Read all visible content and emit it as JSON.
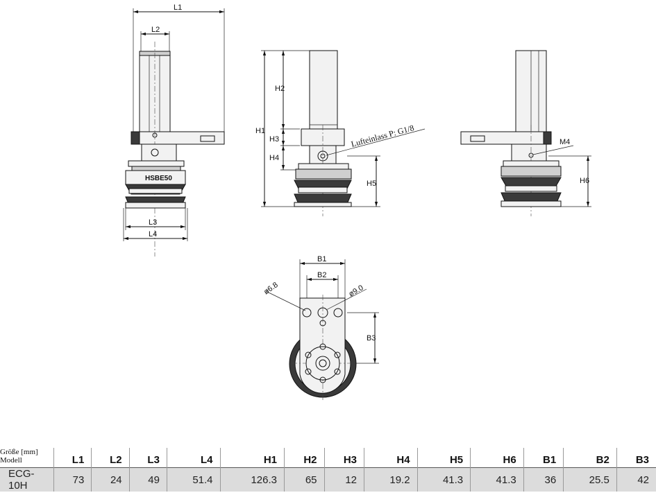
{
  "drawing": {
    "dimension_labels": {
      "L1": "L1",
      "L2": "L2",
      "L3": "L3",
      "L4": "L4",
      "H1": "H1",
      "H2": "H2",
      "H3": "H3",
      "H4": "H4",
      "H5": "H5",
      "H6": "H6",
      "B1": "B1",
      "B2": "B2",
      "B3": "B3"
    },
    "air_inlet_label": "Lufteinlass P: G1/8",
    "thread_label": "M4",
    "hole_small_label": "ø6.8",
    "hole_large_label": "ø9.0",
    "body_marking": "HSBE50"
  },
  "table": {
    "header_line1": "Größe [mm]",
    "header_line2": "Modell",
    "columns": [
      "L1",
      "L2",
      "L3",
      "L4",
      "H1",
      "H2",
      "H3",
      "H4",
      "H5",
      "H6",
      "B1",
      "B2",
      "B3"
    ],
    "rows": [
      {
        "model": "ECG-10H",
        "values": [
          "73",
          "24",
          "49",
          "51.4",
          "126.3",
          "65",
          "12",
          "19.2",
          "41.3",
          "41.3",
          "36",
          "25.5",
          "42"
        ]
      }
    ]
  },
  "colors": {
    "part_fill": "#f2f2f2",
    "dark_fill": "#3a3a3a",
    "table_row": "#dcdcdc"
  }
}
